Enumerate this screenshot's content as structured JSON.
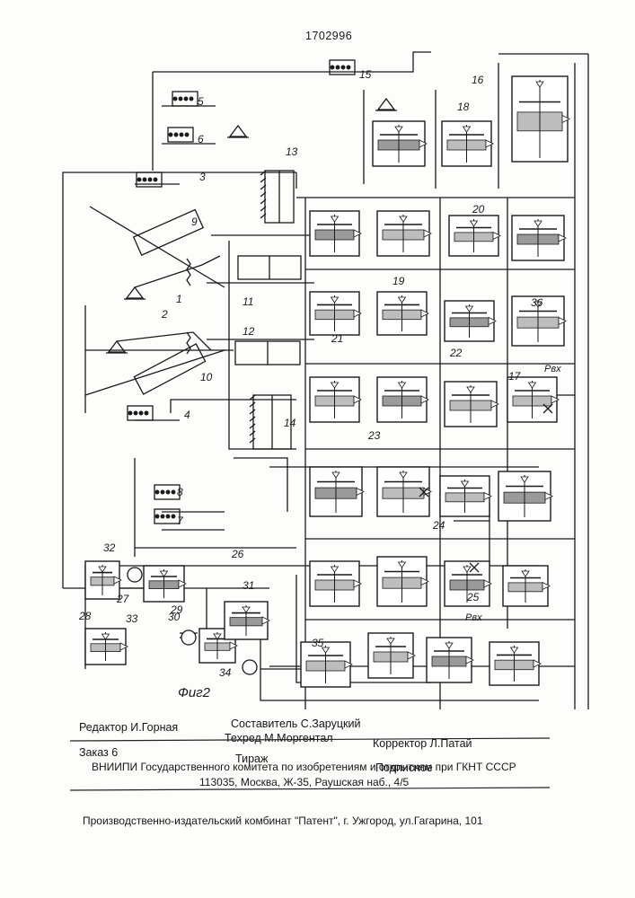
{
  "patent_number": "1702996",
  "figure_caption": "Фиг2",
  "diagram_labels": [
    "1",
    "2",
    "3",
    "4",
    "5",
    "6",
    "7",
    "8",
    "9",
    "10",
    "11",
    "12",
    "13",
    "14",
    "15",
    "16",
    "17",
    "18",
    "19",
    "20",
    "21",
    "22",
    "23",
    "24",
    "25",
    "26",
    "27",
    "28",
    "29",
    "30",
    "31",
    "32",
    "33",
    "34",
    "35",
    "36"
  ],
  "pressure_label": "Pвх",
  "footer": {
    "editor": "Редактор  И.Горная",
    "compiler": "Составитель  С.Заруцкий",
    "techred": "Техред М.Моргентал",
    "corrector": "Корректор  Л.Патай",
    "order": "Заказ  6",
    "circulation": "Тираж",
    "subscription": "Подписное",
    "org_line1": "ВНИИПИ Государственного комитета по изобретениям и открытиям при ГКНТ СССР",
    "org_line2": "113035, Москва, Ж-35, Раушская наб., 4/5",
    "publisher": "Производственно-издательский комбинат \"Патент\", г. Ужгород, ул.Гагарина, 101"
  }
}
